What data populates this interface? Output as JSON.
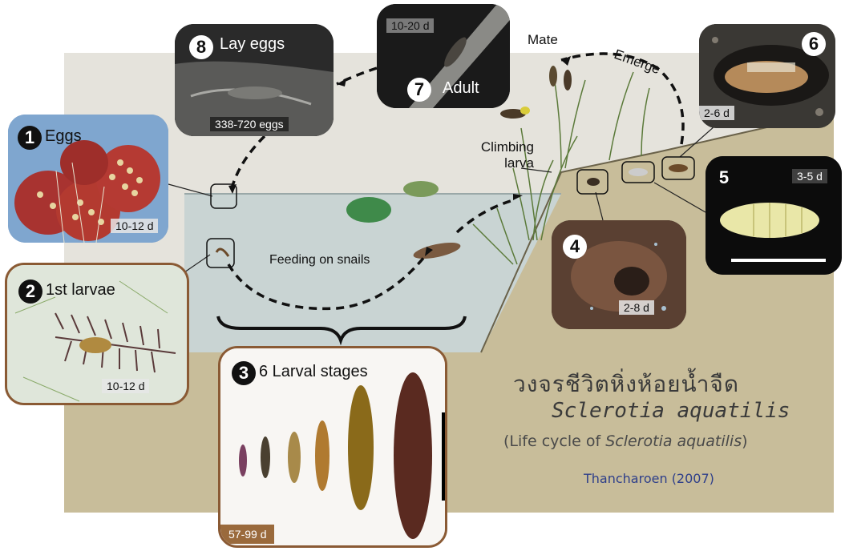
{
  "diagram": {
    "stages": [
      {
        "number": "1",
        "title": "Eggs",
        "duration": "10-12 d",
        "icon": "egg-mass-photo"
      },
      {
        "number": "2",
        "title": "1st larvae",
        "duration": "10-12 d",
        "icon": "first-larva-photo"
      },
      {
        "number": "3",
        "title": "6 Larval stages",
        "duration": "57-99 d",
        "icon": "larval-stages-photo"
      },
      {
        "number": "4",
        "title": "",
        "duration": "2-8  d",
        "icon": "pupal-chamber-photo"
      },
      {
        "number": "5",
        "title": "",
        "duration": "3-5 d",
        "icon": "pupa-photo"
      },
      {
        "number": "6",
        "title": "",
        "duration": "2-6 d",
        "icon": "emerging-adult-photo"
      },
      {
        "number": "7",
        "title": "Adult",
        "duration": "10-20 d",
        "icon": "adult-firefly-photo"
      },
      {
        "number": "8",
        "title": "Lay eggs",
        "duration": "338-720 eggs",
        "icon": "egg-laying-photo"
      }
    ],
    "labels": {
      "mate": "Mate",
      "emerge": "Emerge",
      "climbing_larva": "Climbing\nlarva",
      "feeding": "Feeding on snails"
    },
    "caption": {
      "thai": "วงจรชีวิตหิ่งห้อยน้ำจืด",
      "scientific": "Sclerotia  aquatilis",
      "life_cycle_prefix": "(Life cycle of ",
      "life_cycle_species": "Sclerotia aquatilis",
      "life_cycle_suffix": ")",
      "citation": "Thancharoen (2007)"
    },
    "colors": {
      "water": "#c9d4d3",
      "ground": "#c8bd9a",
      "sky": "#e5e3dc",
      "panel_blue": "#5b84b8",
      "panel_brown": "#8a5a34",
      "citation": "#2e3f8a"
    }
  }
}
